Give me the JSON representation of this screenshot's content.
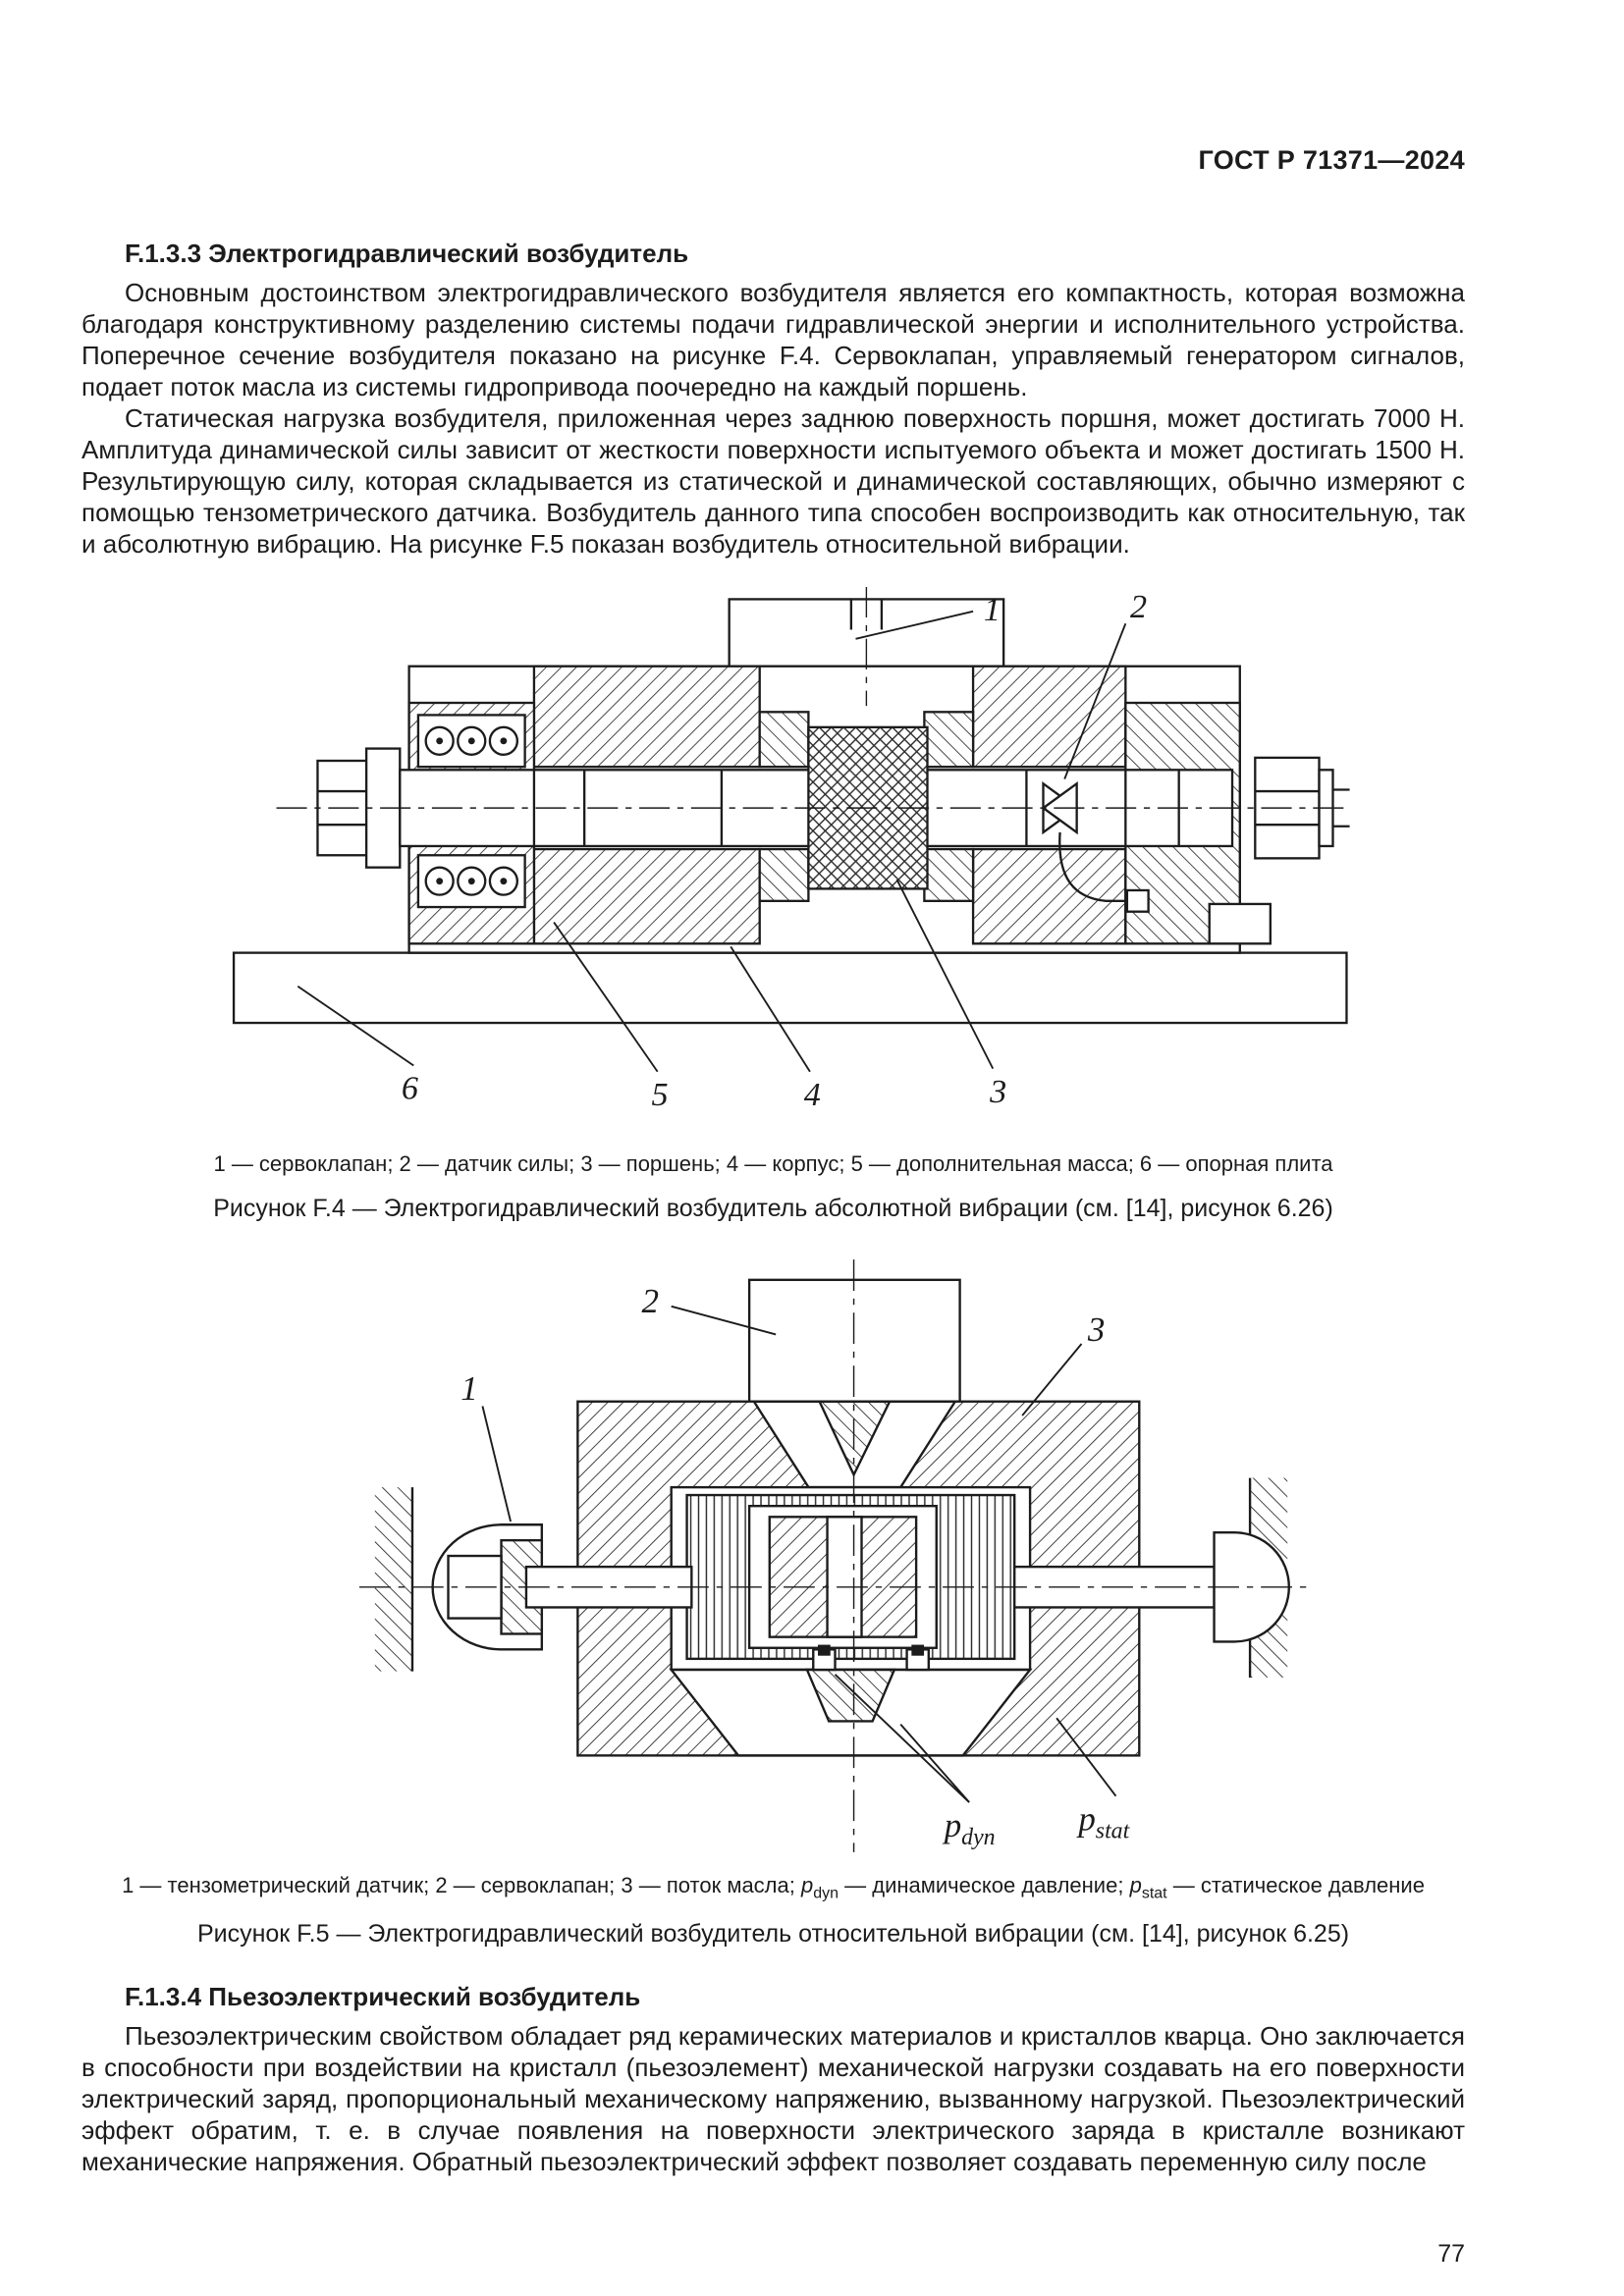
{
  "page": {
    "header": "ГОСТ Р 71371—2024",
    "number": "77"
  },
  "section_f133": {
    "heading": "F.1.3.3  Электрогидравлический возбудитель",
    "para1": "Основным достоинством электрогидравлического возбудителя является его компактность, которая возможна благодаря конструктивному разделению системы подачи гидравлической энергии и исполнительного устройства. Поперечное сечение возбудителя показано на рисунке F.4. Сервоклапан, управляемый генератором сигналов, подает поток масла из системы гидропривода поочередно на каждый поршень.",
    "para2": "Статическая нагрузка возбудителя, приложенная через заднюю поверхность поршня, может достигать 7000 Н. Амплитуда динамической силы зависит от жесткости поверхности испытуемого объекта и может достигать 1500 Н. Результирующую силу, которая складывается из статической и динамической составляющих, обычно измеряют с помощью тензометрического датчика. Возбудитель данного типа способен воспроизводить как относительную, так и абсолютную вибрацию. На рисунке F.5 показан возбудитель относительной вибрации."
  },
  "figure_f4": {
    "callouts": [
      "1",
      "2",
      "3",
      "4",
      "5",
      "6"
    ],
    "legend": "1 — сервоклапан; 2 — датчик силы; 3 — поршень; 4 — корпус; 5 — дополнительная масса; 6 — опорная плита",
    "title": "Рисунок F.4 — Электрогидравлический возбудитель абсолютной вибрации (см. [14], рисунок 6.26)"
  },
  "figure_f5": {
    "callouts": [
      "1",
      "2",
      "3"
    ],
    "pressure_labels": {
      "p": "p",
      "sub_dyn": "dyn",
      "sub_stat": "stat"
    },
    "legend": {
      "part1": "1 — тензометрический датчик; 2 — сервоклапан; 3 — поток масла; ",
      "p1": "p",
      "sub1": "dyn",
      "part2": " — динамическое давление; ",
      "p2": "p",
      "sub2": "stat",
      "part3": " — статическое давление"
    },
    "title": "Рисунок F.5 — Электрогидравлический возбудитель относительной вибрации (см. [14], рисунок 6.25)"
  },
  "section_f134": {
    "heading": "F.1.3.4  Пьезоэлектрический возбудитель",
    "para1": "Пьезоэлектрическим свойством обладает ряд керамических материалов и кристаллов кварца. Оно заключается в способности при воздействии на кристалл (пьезоэлемент) механической нагрузки создавать на его поверхности электрический заряд, пропорциональный механическому напряжению, вызванному нагрузкой. Пьезоэлектрический эффект обратим, т. е. в случае появления на поверхности электрического заряда в кристалле возникают механические напряжения. Обратный пьезоэлектрический эффект позволяет создавать переменную силу после"
  }
}
